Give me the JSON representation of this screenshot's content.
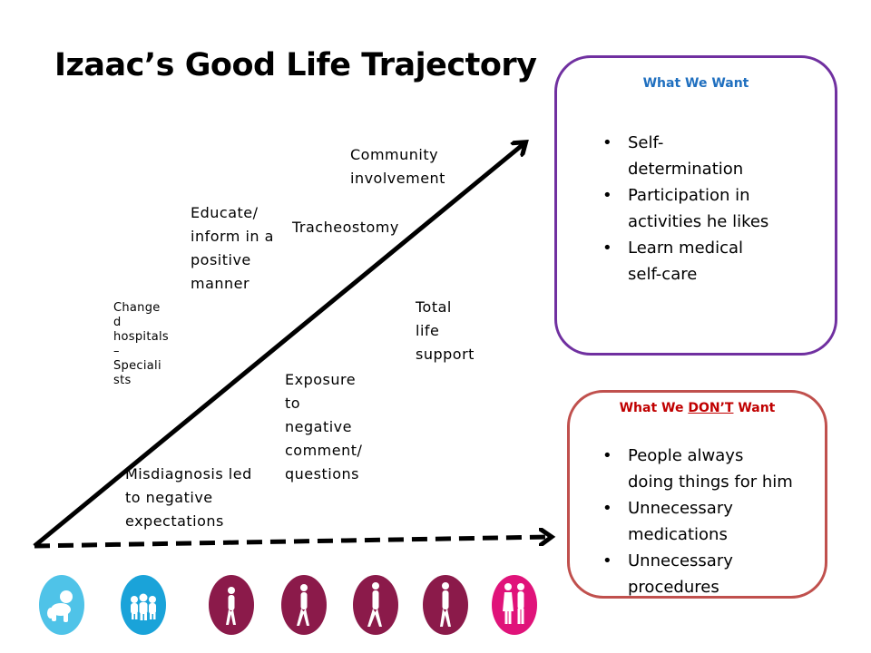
{
  "title": "Izaac’s Good Life Trajectory",
  "labels": {
    "changed_hospitals": "Change\nd\nhospitals\n–\nSpeciali\nsts",
    "educate": "Educate/\ninform in a\npositive\nmanner",
    "tracheostomy": "Tracheostomy",
    "community": "Community\ninvolvement",
    "total_life_support": "Total\nlife\nsupport",
    "exposure": "Exposure\nto\nnegative\ncomment/\nquestions",
    "misdiagnosis": "Misdiagnosis led\nto negative\nexpectations"
  },
  "want": {
    "heading": "What We Want",
    "items": [
      "Self-\ndetermination",
      "Participation in\nactivities he likes",
      "Learn medical\nself-care"
    ]
  },
  "dont_want": {
    "heading_prefix": "What We ",
    "heading_emphasis": "DON’T",
    "heading_suffix": " Want",
    "items": [
      "People always\ndoing things for him",
      "Unnecessary\nmedications",
      "Unnecessary\nprocedures"
    ]
  },
  "colors": {
    "want_border": "#7030a0",
    "want_heading": "#1f6fbf",
    "dont_border": "#c0504d",
    "dont_heading": "#c00000",
    "stage_light_blue": "#4fc3e8",
    "stage_blue": "#1aa3d9",
    "stage_plum": "#8b1a4a",
    "stage_pink": "#e0137a"
  },
  "life_stages": [
    {
      "icon": "baby-icon",
      "color": "#4fc3e8"
    },
    {
      "icon": "children-icon",
      "color": "#1aa3d9"
    },
    {
      "icon": "child-walking-icon",
      "color": "#8b1a4a"
    },
    {
      "icon": "teen-walking-icon",
      "color": "#8b1a4a"
    },
    {
      "icon": "adult-walking-icon",
      "color": "#8b1a4a"
    },
    {
      "icon": "adult-standing-icon",
      "color": "#8b1a4a"
    },
    {
      "icon": "couple-icon",
      "color": "#e0137a"
    }
  ]
}
